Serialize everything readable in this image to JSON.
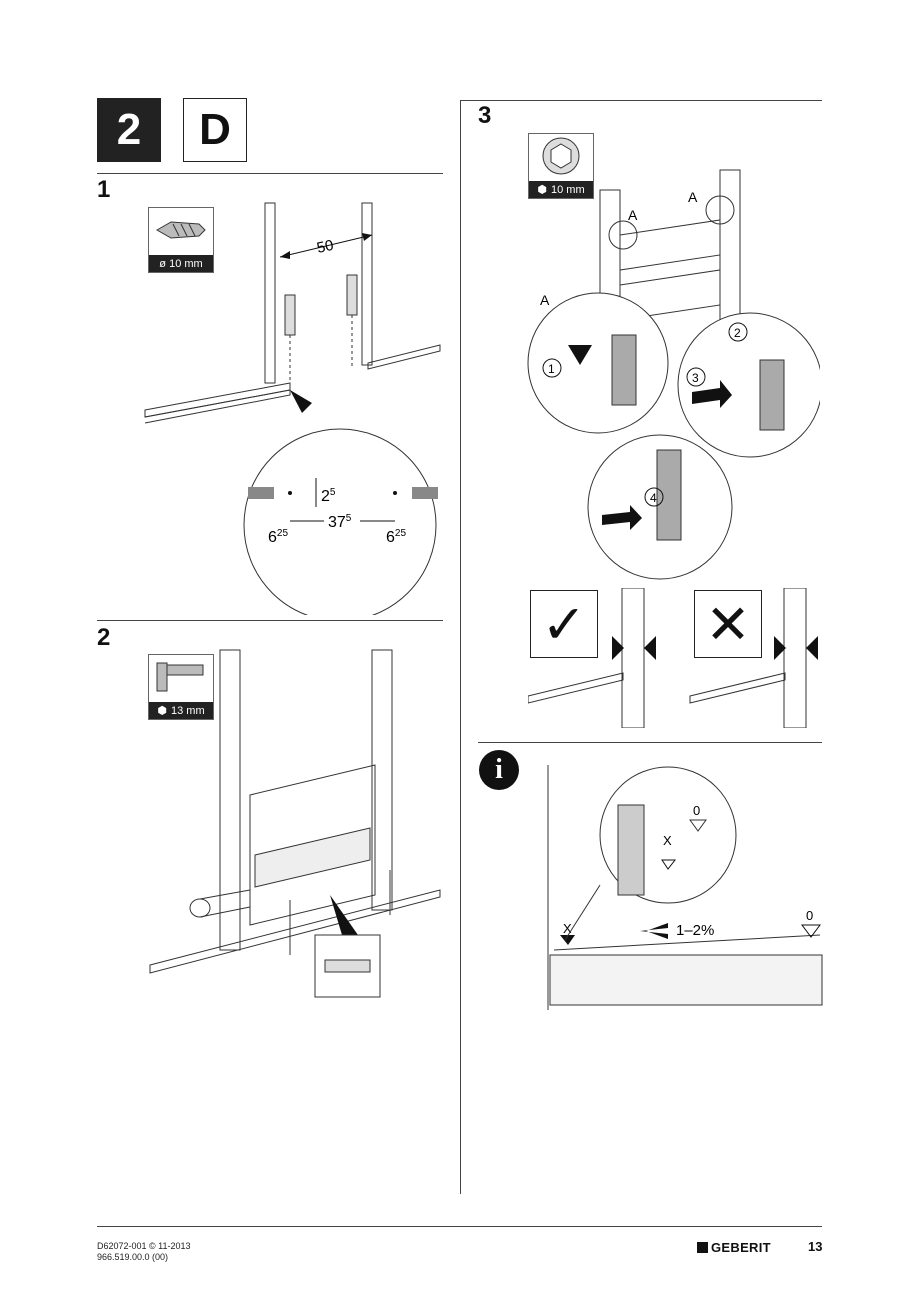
{
  "header": {
    "section_number": "2",
    "section_letter": "D"
  },
  "step1": {
    "number": "1",
    "tool": {
      "icon": "drill-bit-icon",
      "label": "ø 10 mm"
    },
    "distance_label": "50",
    "detail": {
      "offset_v": "2",
      "offset_v_sup": "5",
      "center_dist": "37",
      "center_dist_sup": "5",
      "edge_left": "6",
      "edge_left_sup": "25",
      "edge_right": "6",
      "edge_right_sup": "25"
    }
  },
  "step2": {
    "number": "2",
    "tool": {
      "icon": "socket-wrench-icon",
      "label": "13 mm"
    }
  },
  "step3": {
    "number": "3",
    "tool": {
      "icon": "hex-socket-icon",
      "label": "10 mm"
    },
    "callout_a": "A",
    "sub_steps": [
      "1",
      "2",
      "3",
      "4"
    ],
    "correct_icon": "checkmark-icon",
    "wrong_icon": "cross-icon"
  },
  "info": {
    "icon": "info-icon",
    "marker_x": "X",
    "marker_zero": "0",
    "slope_label": "1–2%"
  },
  "footer": {
    "doc_code": "D62072-001 © 11-2013",
    "doc_number": "966.519.00.0 (00)",
    "brand": "GEBERIT",
    "page_number": "13"
  }
}
